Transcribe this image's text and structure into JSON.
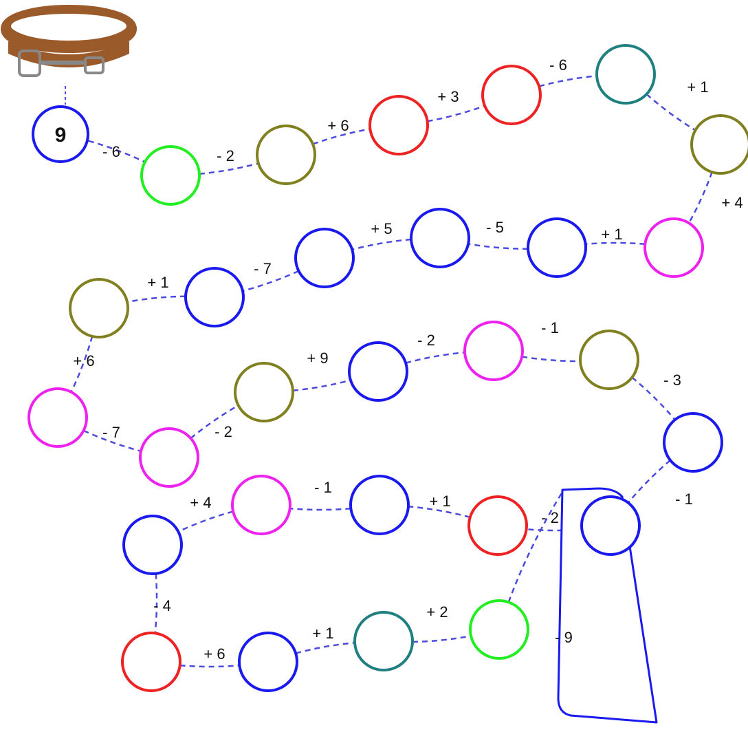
{
  "start_value": "9",
  "colors": {
    "path": "#4a4adf",
    "blue": "#1a1aee",
    "green": "#22ee22",
    "olive": "#808020",
    "red": "#ee2222",
    "teal": "#208080",
    "magenta": "#ee22ee",
    "collar": "#9b5a2a",
    "collar_dark": "#6e3c18",
    "buckle": "#888888"
  },
  "icons": {
    "start": "dog-collar-icon",
    "end": "kite-icon"
  },
  "chain": [
    {
      "color": "blue",
      "value": "9",
      "op_to_next": "- 6"
    },
    {
      "color": "green",
      "op_to_next": "- 2"
    },
    {
      "color": "olive",
      "op_to_next": "+ 6"
    },
    {
      "color": "red",
      "op_to_next": "+ 3"
    },
    {
      "color": "red",
      "op_to_next": "- 6"
    },
    {
      "color": "teal",
      "op_to_next": "+ 1"
    },
    {
      "color": "olive",
      "op_to_next": "+ 4"
    },
    {
      "color": "magenta",
      "op_to_next": "+ 1"
    },
    {
      "color": "blue",
      "op_to_next": "- 5"
    },
    {
      "color": "blue",
      "op_to_next": "+ 5"
    },
    {
      "color": "blue",
      "op_to_next": "- 7"
    },
    {
      "color": "blue",
      "op_to_next": "+ 1"
    },
    {
      "color": "olive",
      "op_to_next": "+ 6"
    },
    {
      "color": "magenta",
      "op_to_next": "- 7"
    },
    {
      "color": "magenta",
      "op_to_next": "- 2"
    },
    {
      "color": "olive",
      "op_to_next": "+ 9"
    },
    {
      "color": "blue",
      "op_to_next": "- 2"
    },
    {
      "color": "magenta",
      "op_to_next": "- 1"
    },
    {
      "color": "olive",
      "op_to_next": "- 3"
    },
    {
      "color": "blue",
      "op_to_next": "- 1"
    },
    {
      "color": "blue",
      "op_to_next": "- 2"
    },
    {
      "color": "red",
      "op_to_next": "+ 1"
    },
    {
      "color": "blue",
      "op_to_next": "- 1"
    },
    {
      "color": "magenta",
      "op_to_next": "+ 4"
    },
    {
      "color": "blue",
      "op_to_next": "- 4"
    },
    {
      "color": "red",
      "op_to_next": "+ 6"
    },
    {
      "color": "blue",
      "op_to_next": "+ 1"
    },
    {
      "color": "teal",
      "op_to_next": "+ 2"
    },
    {
      "color": "green",
      "op_to_next": "- 9"
    }
  ]
}
